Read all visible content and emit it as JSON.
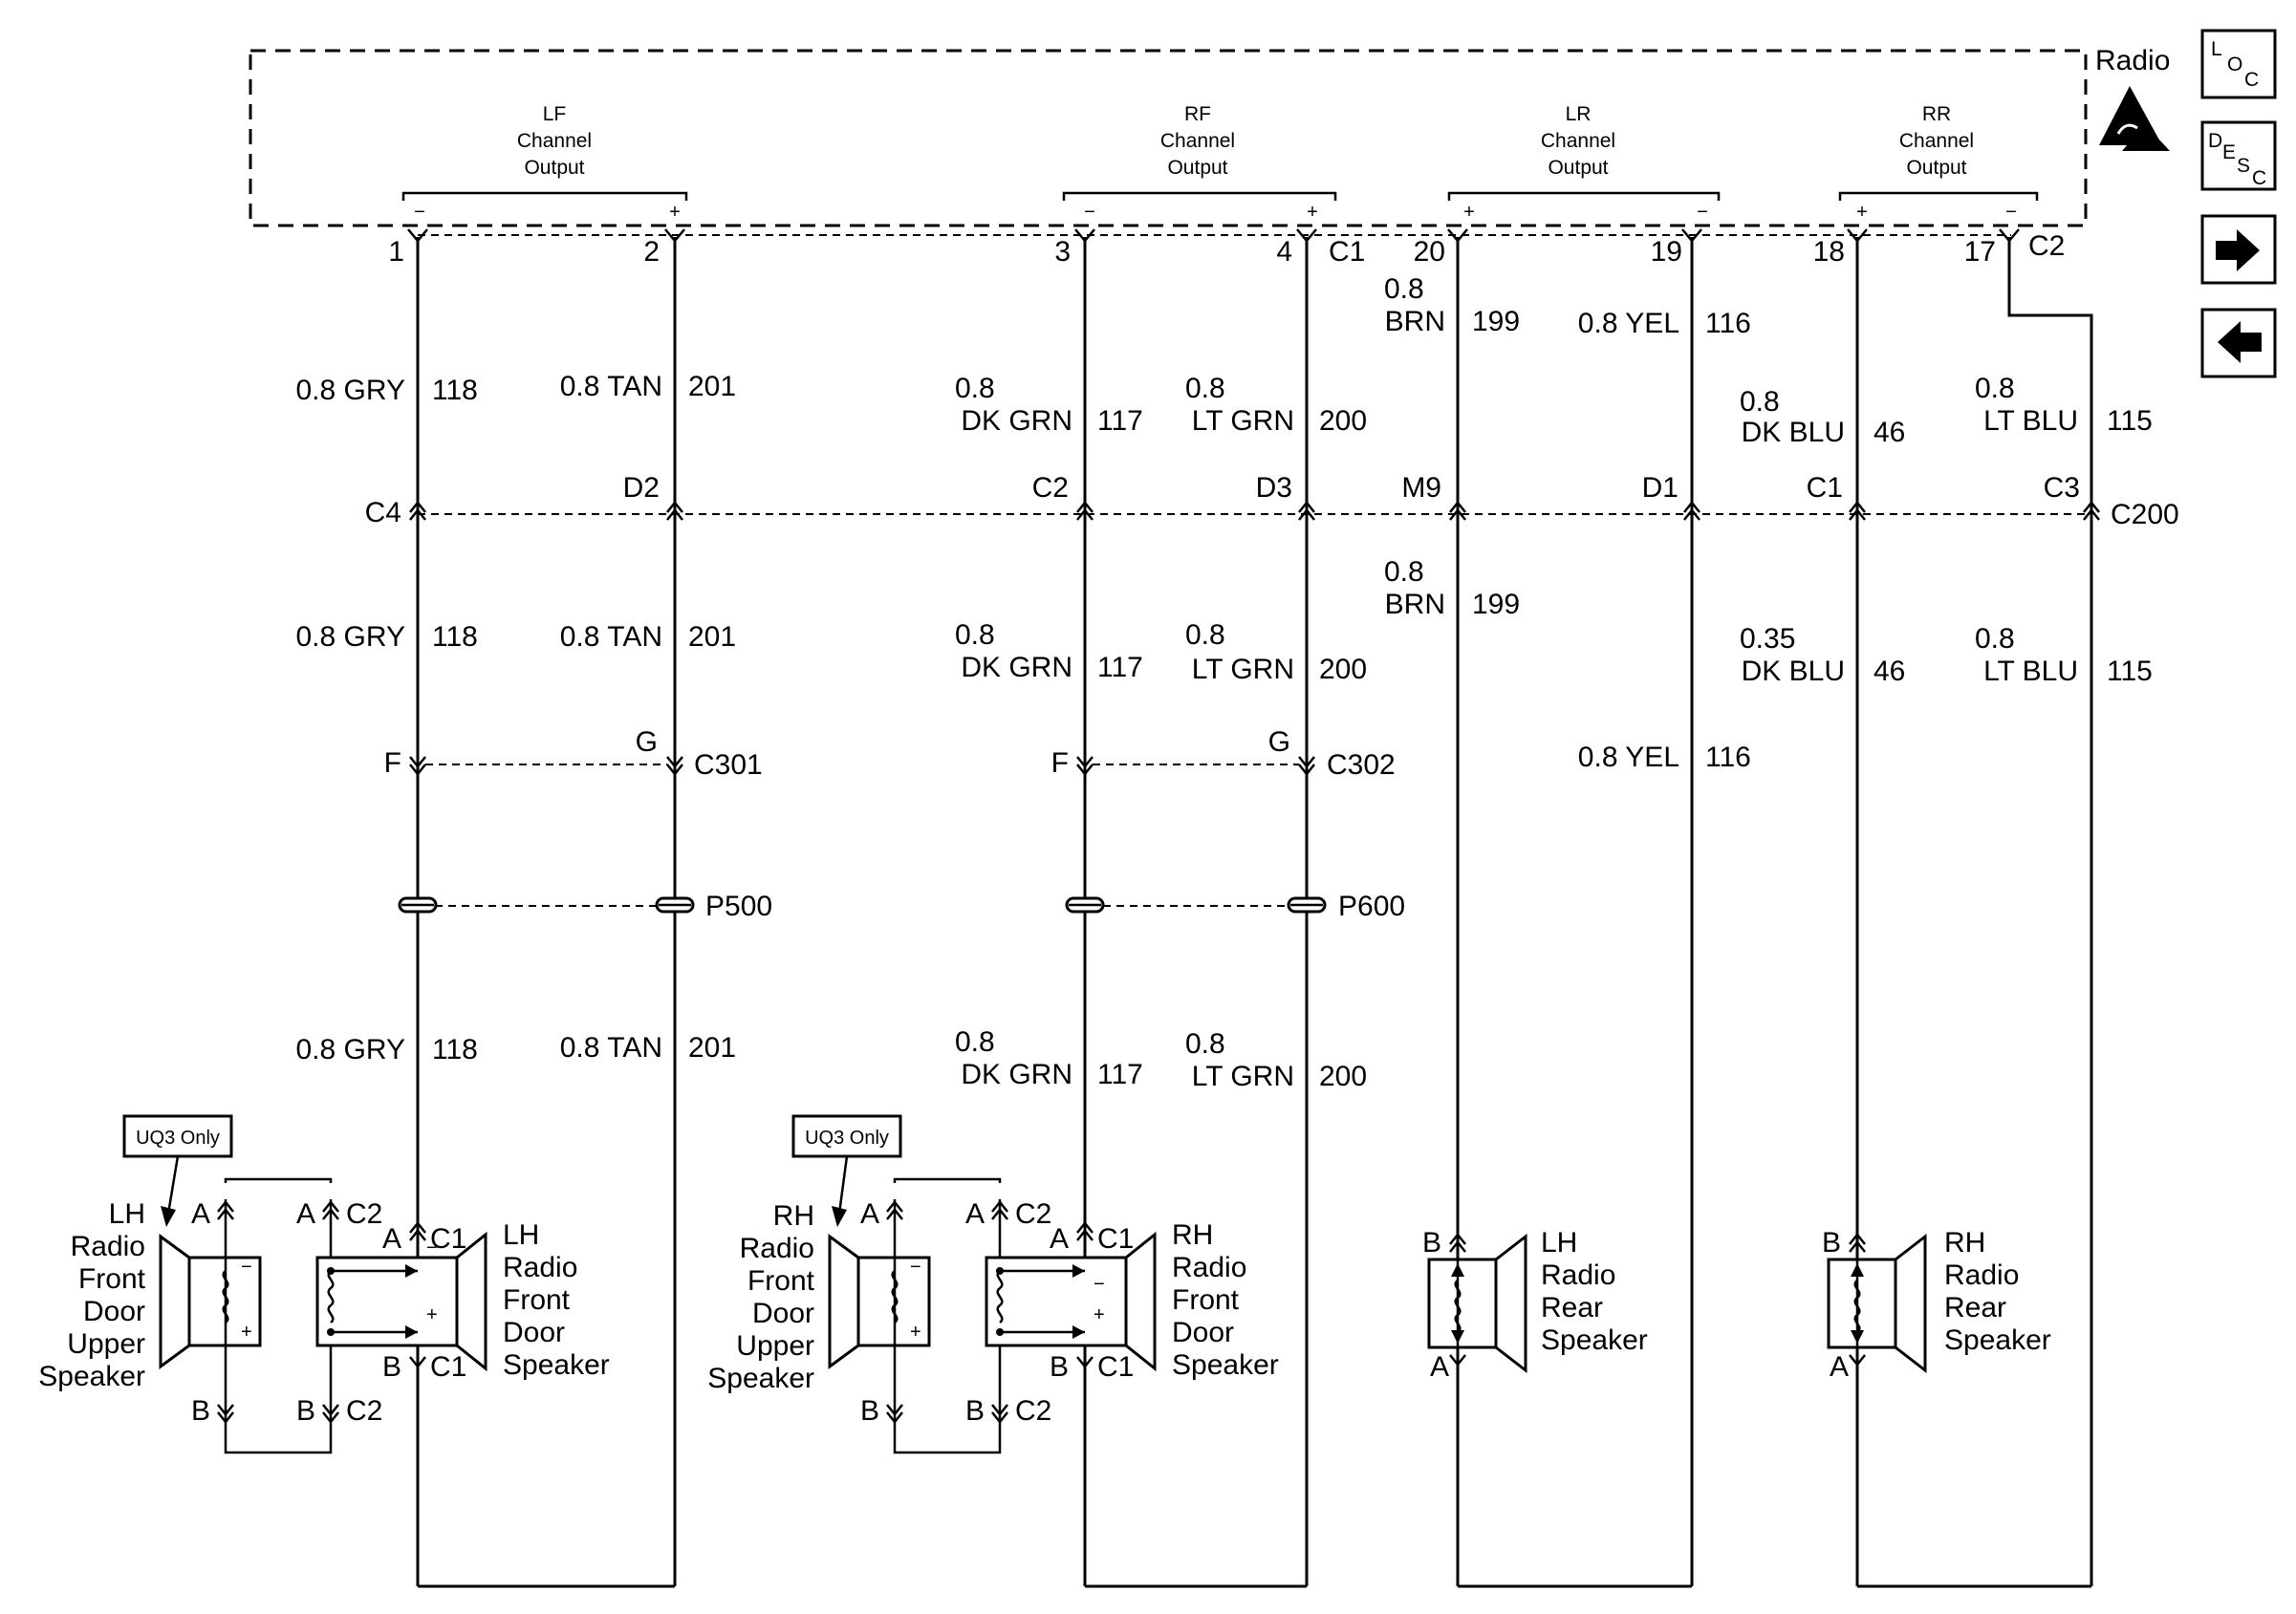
{
  "module": {
    "name": "Radio",
    "channels": [
      {
        "id": "lf",
        "lines": [
          "LF",
          "Channel",
          "Output"
        ],
        "minus": "−",
        "plus": "+"
      },
      {
        "id": "rf",
        "lines": [
          "RF",
          "Channel",
          "Output"
        ],
        "minus": "−",
        "plus": "+"
      },
      {
        "id": "lr",
        "lines": [
          "LR",
          "Channel",
          "Output"
        ],
        "minus": "−",
        "plus": "+"
      },
      {
        "id": "rr",
        "lines": [
          "RR",
          "Channel",
          "Output"
        ],
        "minus": "−",
        "plus": "+"
      }
    ],
    "pins": [
      "1",
      "2",
      "3",
      "4",
      "20",
      "19",
      "18",
      "17"
    ],
    "connectors": [
      "C1",
      "C2"
    ]
  },
  "nav": {
    "loc": {
      "l": "L",
      "o": "O",
      "c": "C"
    },
    "desc": {
      "d": "D",
      "e": "E",
      "s": "S",
      "c": "C"
    }
  },
  "inline": {
    "c200": {
      "name": "C200",
      "pins": [
        "C4",
        "D2",
        "C2",
        "D3",
        "M9",
        "D1",
        "C1",
        "C3"
      ]
    },
    "c301": {
      "name": "C301",
      "pin_f": "F",
      "pin_g": "G"
    },
    "c302": {
      "name": "C302",
      "pin_f": "F",
      "pin_g": "G"
    },
    "p500": "P500",
    "p600": "P600"
  },
  "wires_upper": {
    "gry": {
      "color": "0.8 GRY",
      "circuit": "118"
    },
    "tan": {
      "color": "0.8 TAN",
      "circuit": "201"
    },
    "dkgrn": {
      "gauge": "0.8",
      "color": "DK GRN",
      "circuit": "117"
    },
    "ltgrn": {
      "gauge": "0.8",
      "color": "LT GRN",
      "circuit": "200"
    },
    "brn": {
      "gauge": "0.8",
      "color": "BRN",
      "circuit": "199"
    },
    "yel": {
      "color": "0.8 YEL",
      "circuit": "116"
    },
    "dkblu": {
      "gauge": "0.8",
      "color": "DK BLU",
      "circuit": "46"
    },
    "ltblu": {
      "gauge": "0.8",
      "color": "LT BLU",
      "circuit": "115"
    }
  },
  "wires_middle": {
    "gry": {
      "color": "0.8 GRY",
      "circuit": "118"
    },
    "tan": {
      "color": "0.8 TAN",
      "circuit": "201"
    },
    "dkgrn": {
      "gauge": "0.8",
      "color": "DK GRN",
      "circuit": "117"
    },
    "ltgrn": {
      "gauge": "0.8",
      "color": "LT GRN",
      "circuit": "200"
    },
    "brn": {
      "gauge": "0.8",
      "color": "BRN",
      "circuit": "199"
    },
    "yel": {
      "color": "0.8 YEL",
      "circuit": "116"
    },
    "dkblu": {
      "gauge": "0.35",
      "color": "DK BLU",
      "circuit": "46"
    },
    "ltblu": {
      "gauge": "0.8",
      "color": "LT BLU",
      "circuit": "115"
    }
  },
  "wires_lower": {
    "gry": {
      "color": "0.8 GRY",
      "circuit": "118"
    },
    "tan": {
      "color": "0.8 TAN",
      "circuit": "201"
    },
    "dkgrn": {
      "gauge": "0.8",
      "color": "DK GRN",
      "circuit": "117"
    },
    "ltgrn": {
      "gauge": "0.8",
      "color": "LT GRN",
      "circuit": "200"
    }
  },
  "speakers": {
    "note": "UQ3 Only",
    "lh_upper": [
      "LH",
      "Radio",
      "Front",
      "Door",
      "Upper",
      "Speaker"
    ],
    "lh_door": [
      "LH",
      "Radio",
      "Front",
      "Door",
      "Speaker"
    ],
    "rh_upper": [
      "RH",
      "Radio",
      "Front",
      "Door",
      "Upper",
      "Speaker"
    ],
    "rh_door": [
      "RH",
      "Radio",
      "Front",
      "Door",
      "Speaker"
    ],
    "lh_rear": [
      "LH",
      "Radio",
      "Rear",
      "Speaker"
    ],
    "rh_rear": [
      "RH",
      "Radio",
      "Rear",
      "Speaker"
    ],
    "pin_a": "A",
    "pin_b": "B",
    "c1": "C1",
    "c2": "C2",
    "minus": "−",
    "plus": "+"
  }
}
